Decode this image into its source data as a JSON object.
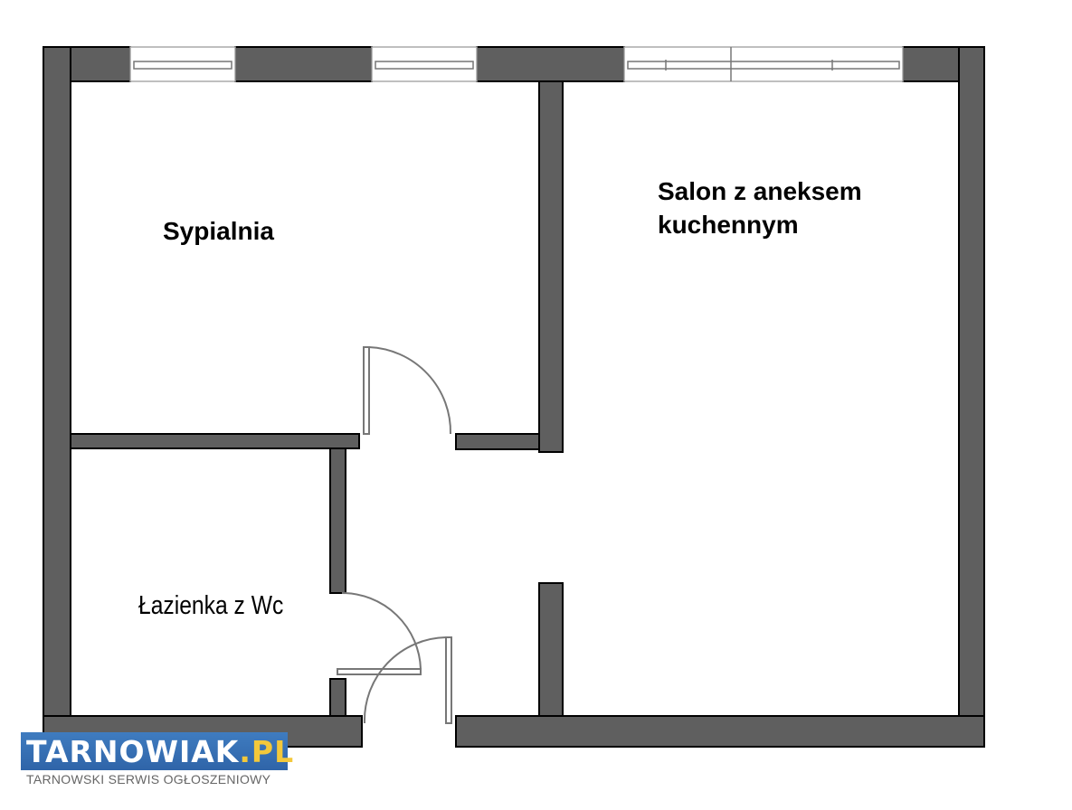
{
  "rooms": {
    "bedroom": "Sypialnia",
    "living_line1": "Salon z aneksem",
    "living_line2": "kuchennym",
    "bathroom": "Łazienka z Wc"
  },
  "logo": {
    "name": "TARNOWIAK",
    "suffix": ".PL",
    "tagline": "TARNOWSKI SERWIS OGŁOSZENIOWY"
  },
  "colors": {
    "wall": "#5f5f5f",
    "logo_bg": "#3570b4",
    "logo_accent": "#f3c83b"
  }
}
